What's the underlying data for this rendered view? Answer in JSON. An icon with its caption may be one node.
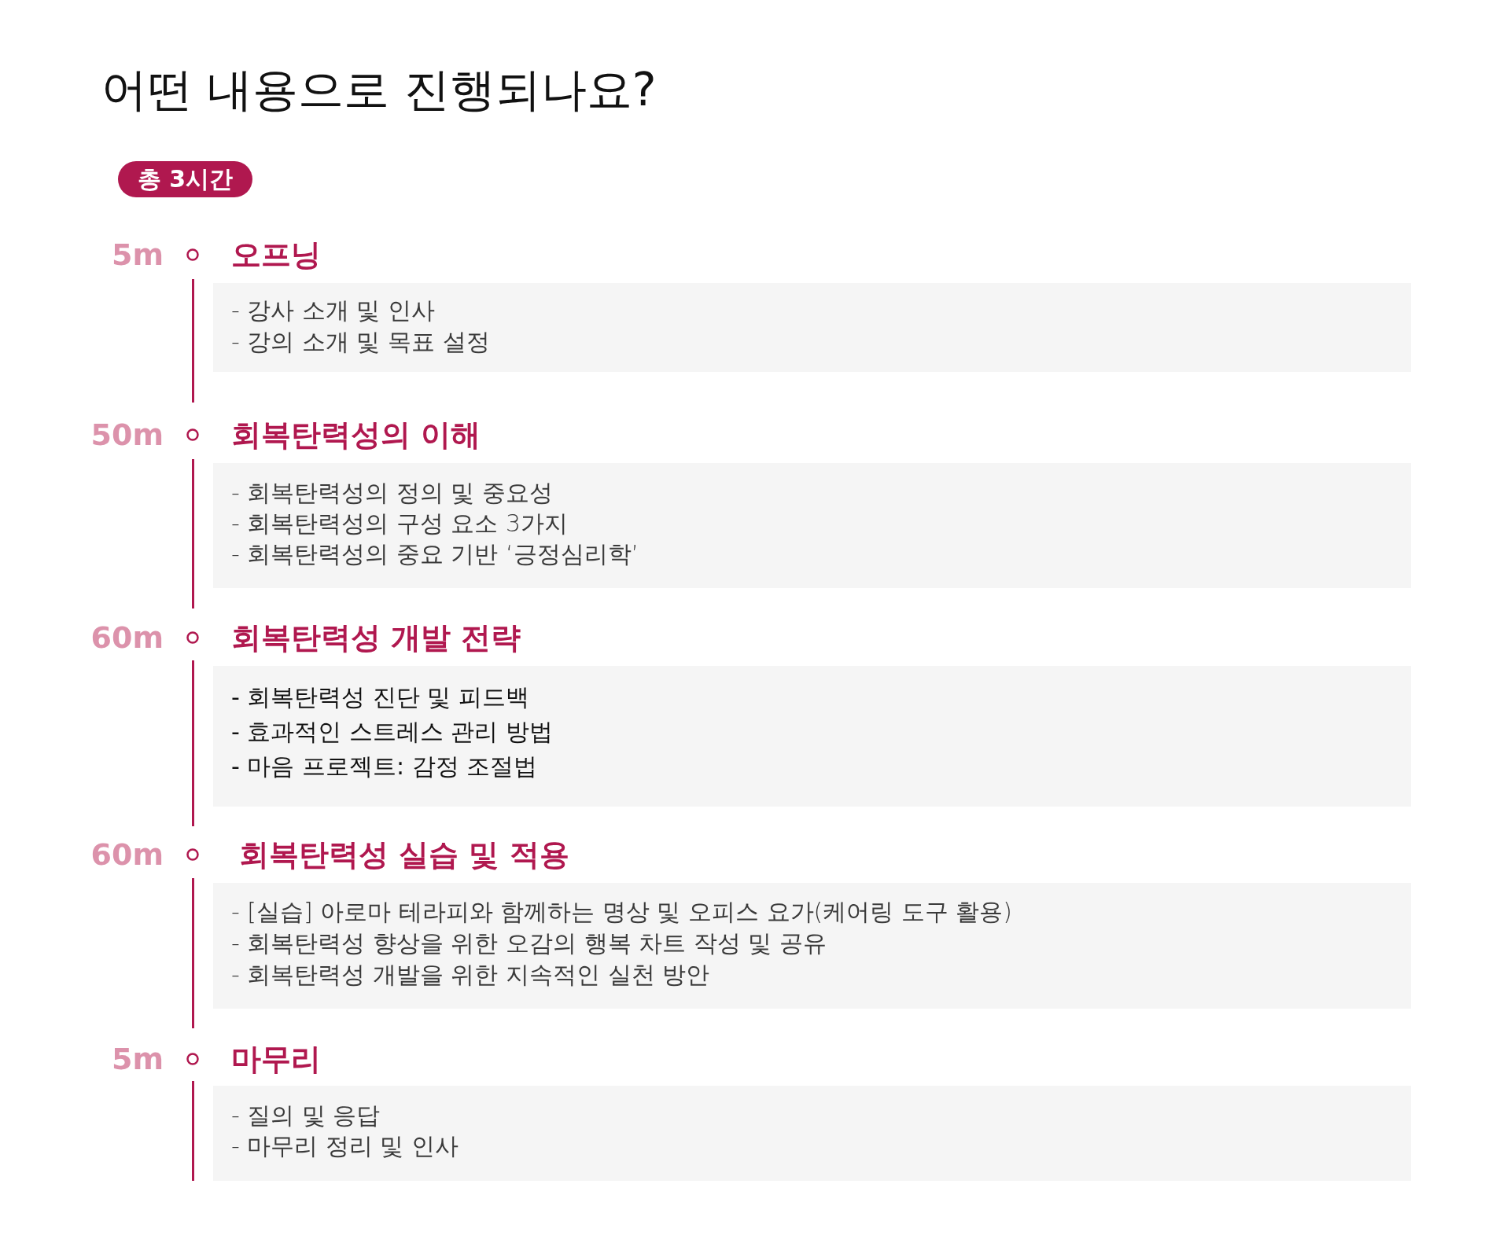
{
  "diagram": {
    "title": "어떤 내용으로 진행되나요?",
    "nodes": [
      {
        "text": [
          "총 3시간"
        ]
      },
      {
        "text": [
          "오프닝",
          "- 강사 소개 및 인사",
          "- 강의 소개 및 목표 설정"
        ],
        "beside": [
          "5m"
        ]
      },
      {
        "text": [
          "회복탄력성의 이해",
          "- 회복탄력성의 정의 및 중요성",
          "- 회복탄력성의 구성 요소 3가지",
          "- 회복탄력성의 중요 기반 ‘긍정심리학’"
        ],
        "beside": [
          "50m"
        ]
      },
      {
        "text": [
          "회복탄력성 개발 전략",
          "- 회복탄력성 진단 및 피드백",
          "- 효과적인 스트레스 관리 방법",
          "- 마음 프로젝트: 감정 조절법"
        ],
        "beside": [
          "60m"
        ]
      },
      {
        "text": [
          "회복탄력성 실습 및 적용",
          "- [실습] 아로마 테라피와 함께하는 명상 및 오피스 요가(케어링 도구 활용)",
          "- 회복탄력성 향상을 위한 오감의 행복 차트 작성 및 공유",
          "- 회복탄력성 개발을 위한 지속적인 실천 방안"
        ],
        "beside": [
          "60m"
        ]
      },
      {
        "text": [
          "마무리",
          "- 질의 및 응답",
          "- 마무리 정리 및 인사"
        ],
        "beside": [
          "5m"
        ]
      }
    ]
  }
}
